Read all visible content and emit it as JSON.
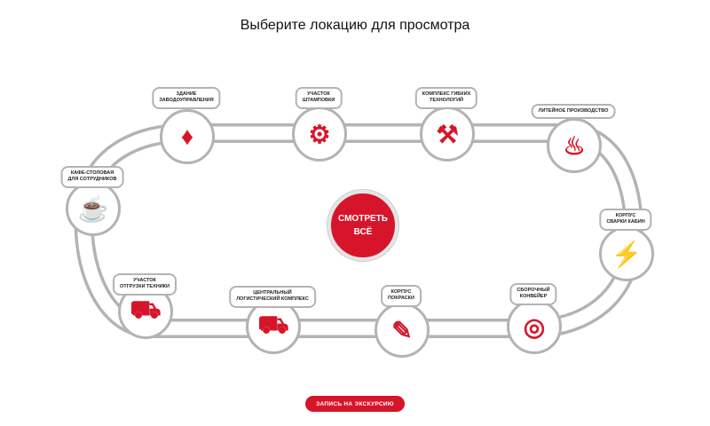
{
  "title": "Выберите локацию для просмотра",
  "center_button": "СМОТРЕТЬ\nВСЁ",
  "tour_button": "ЗАПИСЬ НА ЭКСКУРСИЮ",
  "accent": "#d7152a",
  "locations": [
    {
      "label": "Здание\nзаводоуправления",
      "icon": "tie-icon",
      "glyph": "♦"
    },
    {
      "label": "Участок\nштамповки",
      "icon": "stamping-robot-icon",
      "glyph": "⚙"
    },
    {
      "label": "Комплекс гибких\nтехнологий",
      "icon": "robot-arm-icon",
      "glyph": "⚒"
    },
    {
      "label": "Литейное производство",
      "icon": "foundry-icon",
      "glyph": "♨"
    },
    {
      "label": "Корпус\nсварки кабин",
      "icon": "welding-icon",
      "glyph": "⚡"
    },
    {
      "label": "Сборочный\nконвейер",
      "icon": "conveyor-icon",
      "glyph": "◎"
    },
    {
      "label": "Корпус\nпокраски",
      "icon": "paint-icon",
      "glyph": "✎"
    },
    {
      "label": "Центральный\nлогистический комплекс",
      "icon": "forklift-icon",
      "glyph": "⛟"
    },
    {
      "label": "Участок\nотгрузки техники",
      "icon": "harvester-icon",
      "glyph": "⛟"
    },
    {
      "label": "Кафе-столовая\nдля сотрудников",
      "icon": "coffee-cup-icon",
      "glyph": "☕"
    }
  ]
}
